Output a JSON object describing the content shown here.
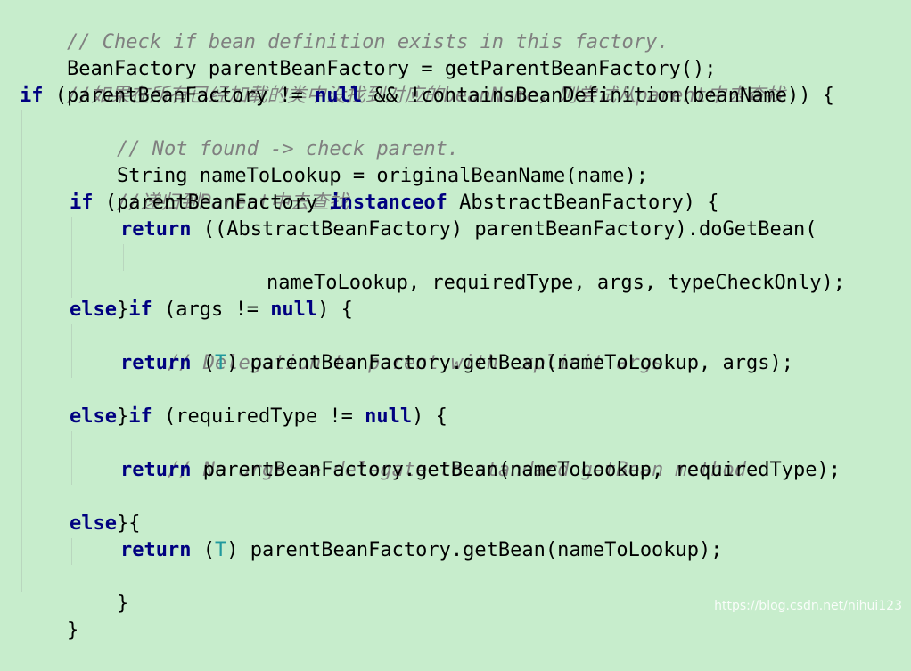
{
  "code": {
    "line1_comment": "// Check if bean definition exists in this factory.",
    "line2_code": "BeanFactory parentBeanFactory = getParentBeanFactory();",
    "line3_comment": "//如果在所有已经加载的类中没找到对应的beanName，则尝试从parent中去查找",
    "line4_kw_if": "if",
    "line4_code_a": " (parentBeanFactory != ",
    "line4_kw_null": "null",
    "line4_code_b": " && !containsBeanDefinition(beanName)) {",
    "line5_comment": "// Not found -> check parent.",
    "line6_code": "String nameToLookup = originalBeanName(name);",
    "line7_comment": "//递归到Parent中去查找",
    "line8_kw_if": "if",
    "line8_code_a": " (parentBeanFactory ",
    "line8_kw_instanceof": "instanceof",
    "line8_code_b": " AbstractBeanFactory) {",
    "line9_kw_return": "return",
    "line9_code": " ((AbstractBeanFactory) parentBeanFactory).doGetBean(",
    "line10_code": "nameToLookup, requiredType, args, typeCheckOnly);",
    "line11_code": "}",
    "line12_kw_else": "else",
    "line12_kw_if": "if",
    "line12_code_a": " (args != ",
    "line12_kw_null": "null",
    "line12_code_b": ") {",
    "line13_comment": "// Delegation to parent with explicit args.",
    "line14_kw_return": "return",
    "line14_code_a": " (",
    "line14_type": "T",
    "line14_code_b": ") parentBeanFactory.getBean(nameToLookup, args);",
    "line15_code": "}",
    "line16_kw_else": "else",
    "line16_kw_if": "if",
    "line16_code_a": " (requiredType != ",
    "line16_kw_null": "null",
    "line16_code_b": ") {",
    "line17_comment": "// No args -> delegate to standard getBean method.",
    "line18_kw_return": "return",
    "line18_code": " parentBeanFactory.getBean(nameToLookup, requiredType);",
    "line19_code": "}",
    "line20_kw_else": "else",
    "line20_code": " {",
    "line21_kw_return": "return",
    "line21_code_a": " (",
    "line21_type": "T",
    "line21_code_b": ") parentBeanFactory.getBean(nameToLookup);",
    "line22_code": "}",
    "line23_code": "}"
  },
  "watermark": "https://blog.csdn.net/nihui123",
  "colors": {
    "background": "#c7edcc",
    "keyword": "#000080",
    "comment": "#808080",
    "type_param": "#20999d",
    "text": "#000000"
  }
}
